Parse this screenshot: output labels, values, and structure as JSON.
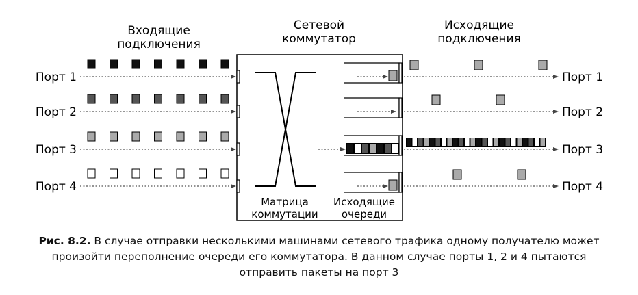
{
  "headers": {
    "incoming": [
      "Входящие",
      "подключения"
    ],
    "switch": [
      "Сетевой",
      "коммутатор"
    ],
    "outgoing": [
      "Исходящие",
      "подключения"
    ]
  },
  "ports": {
    "in": [
      "Порт 1",
      "Порт 2",
      "Порт 3",
      "Порт 4"
    ],
    "out": [
      "Порт 1",
      "Порт 2",
      "Порт 3",
      "Порт 4"
    ]
  },
  "labels": {
    "matrix": [
      "Матрица",
      "коммутации"
    ],
    "queues": [
      "Исходящие",
      "очереди"
    ]
  },
  "colors": {
    "port1": "#111111",
    "port2": "#555555",
    "port3": "#aaaaaa",
    "port4": "#ffffff",
    "line": "#000000",
    "arrow": "#555555"
  },
  "packets_per_input": 7,
  "output_packets": {
    "port1": [
      "port3",
      "port3",
      "port3"
    ],
    "port2": [
      "port3",
      "port3"
    ],
    "port3": [
      "port1",
      "port4",
      "port2",
      "port3",
      "port1",
      "port2",
      "port4",
      "port3",
      "port1",
      "port2",
      "port4",
      "port3",
      "port1",
      "port2",
      "port4",
      "port3",
      "port1",
      "port2",
      "port4",
      "port3",
      "port1",
      "port2",
      "port4",
      "port3"
    ],
    "port4": [
      "port3",
      "port3"
    ]
  },
  "queue_contents": {
    "port1": [
      "port3"
    ],
    "port2": [],
    "port3": [
      "port1",
      "port4",
      "port2",
      "port3",
      "port1",
      "port2",
      "port4"
    ],
    "port4": [
      "port3"
    ]
  },
  "caption": {
    "label": "Рис. 8.2.",
    "line1": " В случае отправки несколькими машинами сетевого трафика одному получателю может",
    "line2": "произойти переполнение очереди его коммутатора. В данном случае порты 1, 2 и 4 пытаются",
    "line3": "отправить пакеты на порт 3"
  }
}
